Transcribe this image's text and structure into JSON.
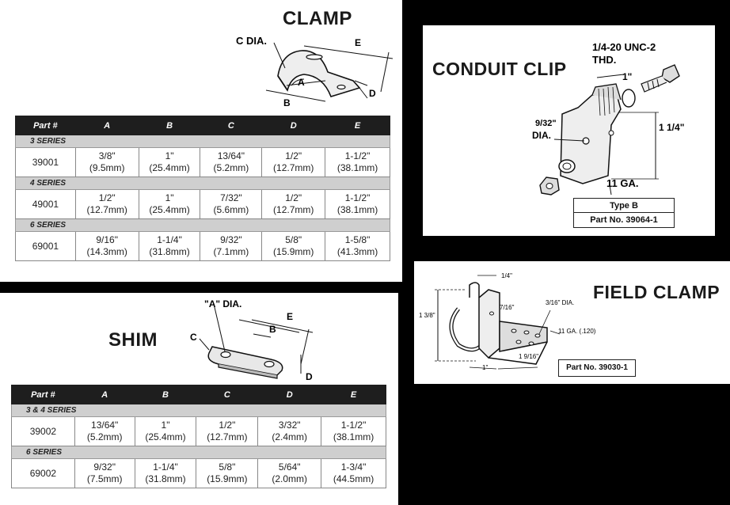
{
  "clamp": {
    "title": "CLAMP",
    "labels": {
      "c_dia": "C DIA.",
      "a": "A",
      "b": "B",
      "d": "D",
      "e": "E"
    },
    "headers": [
      "Part #",
      "A",
      "B",
      "C",
      "D",
      "E"
    ],
    "groups": [
      {
        "series": "3 SERIES",
        "part": "39001",
        "cells": [
          [
            "3/8\"",
            "(9.5mm)"
          ],
          [
            "1\"",
            "(25.4mm)"
          ],
          [
            "13/64\"",
            "(5.2mm)"
          ],
          [
            "1/2\"",
            "(12.7mm)"
          ],
          [
            "1-1/2\"",
            "(38.1mm)"
          ]
        ]
      },
      {
        "series": "4 SERIES",
        "part": "49001",
        "cells": [
          [
            "1/2\"",
            "(12.7mm)"
          ],
          [
            "1\"",
            "(25.4mm)"
          ],
          [
            "7/32\"",
            "(5.6mm)"
          ],
          [
            "1/2\"",
            "(12.7mm)"
          ],
          [
            "1-1/2\"",
            "(38.1mm)"
          ]
        ]
      },
      {
        "series": "6 SERIES",
        "part": "69001",
        "cells": [
          [
            "9/16\"",
            "(14.3mm)"
          ],
          [
            "1-1/4\"",
            "(31.8mm)"
          ],
          [
            "9/32\"",
            "(7.1mm)"
          ],
          [
            "5/8\"",
            "(15.9mm)"
          ],
          [
            "1-5/8\"",
            "(41.3mm)"
          ]
        ]
      }
    ]
  },
  "shim": {
    "title": "SHIM",
    "labels": {
      "a_dia": "\"A\" DIA.",
      "b": "B",
      "c": "C",
      "d": "D",
      "e": "E"
    },
    "headers": [
      "Part #",
      "A",
      "B",
      "C",
      "D",
      "E"
    ],
    "groups": [
      {
        "series": "3 & 4 SERIES",
        "part": "39002",
        "cells": [
          [
            "13/64\"",
            "(5.2mm)"
          ],
          [
            "1\"",
            "(25.4mm)"
          ],
          [
            "1/2\"",
            "(12.7mm)"
          ],
          [
            "3/32\"",
            "(2.4mm)"
          ],
          [
            "1-1/2\"",
            "(38.1mm)"
          ]
        ]
      },
      {
        "series": "6 SERIES",
        "part": "69002",
        "cells": [
          [
            "9/32\"",
            "(7.5mm)"
          ],
          [
            "1-1/4\"",
            "(31.8mm)"
          ],
          [
            "5/8\"",
            "(15.9mm)"
          ],
          [
            "5/64\"",
            "(2.0mm)"
          ],
          [
            "1-3/4\"",
            "(44.5mm)"
          ]
        ]
      }
    ]
  },
  "conduit_clip": {
    "title": "CONDUIT CLIP",
    "labels": {
      "bolt": "1/4-20 UNC-2",
      "thd": "THD.",
      "width": "1\"",
      "height": "1 1/4\"",
      "hole": "9/32\"",
      "dia": "DIA.",
      "gauge": "11 GA."
    },
    "type": "Type B",
    "part_no": "Part No. 39064-1"
  },
  "field_clamp": {
    "title": "FIELD CLAMP",
    "labels": {
      "top": "1/4\"",
      "left_h": "1 3/8\"",
      "slot": "7/16\"",
      "hole": "3/16\" DIA.",
      "gauge": "11 GA. (.120)",
      "bottom_1": "1\"",
      "bottom_2": "1 9/16\""
    },
    "part_no": "Part No. 39030-1"
  }
}
